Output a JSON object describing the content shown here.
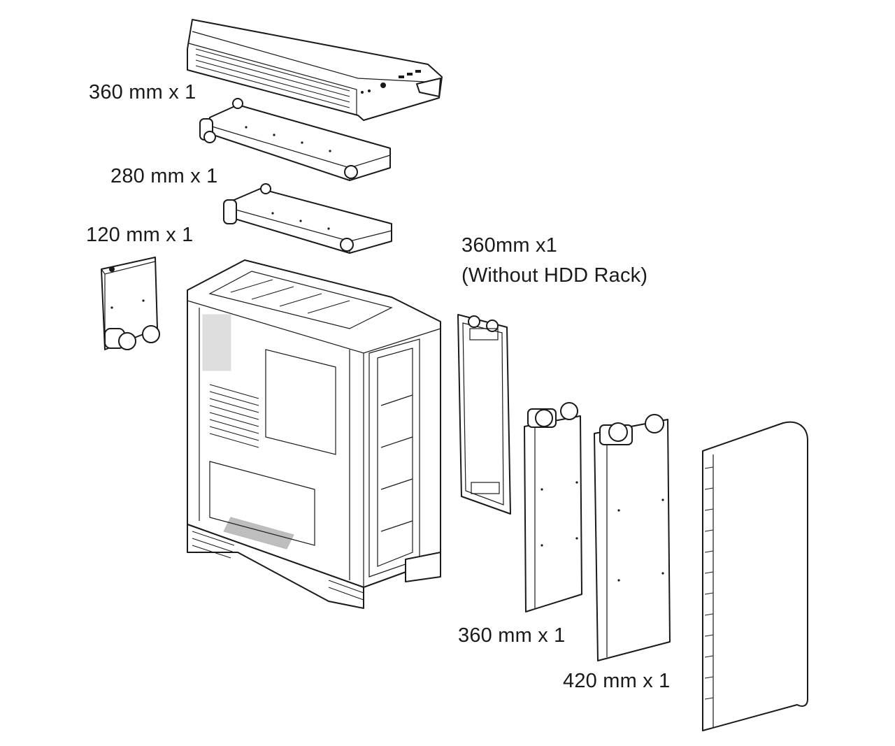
{
  "labels": {
    "top_cover": "360 mm x 1",
    "top_rad_a": "280 mm x 1",
    "rear_rad": "120 mm x 1",
    "front_rad_line1": "360mm x1",
    "front_rad_line2": "(Without HDD Rack)",
    "side_rad_360": "360 mm x 1",
    "side_rad_420": "420 mm x 1"
  }
}
